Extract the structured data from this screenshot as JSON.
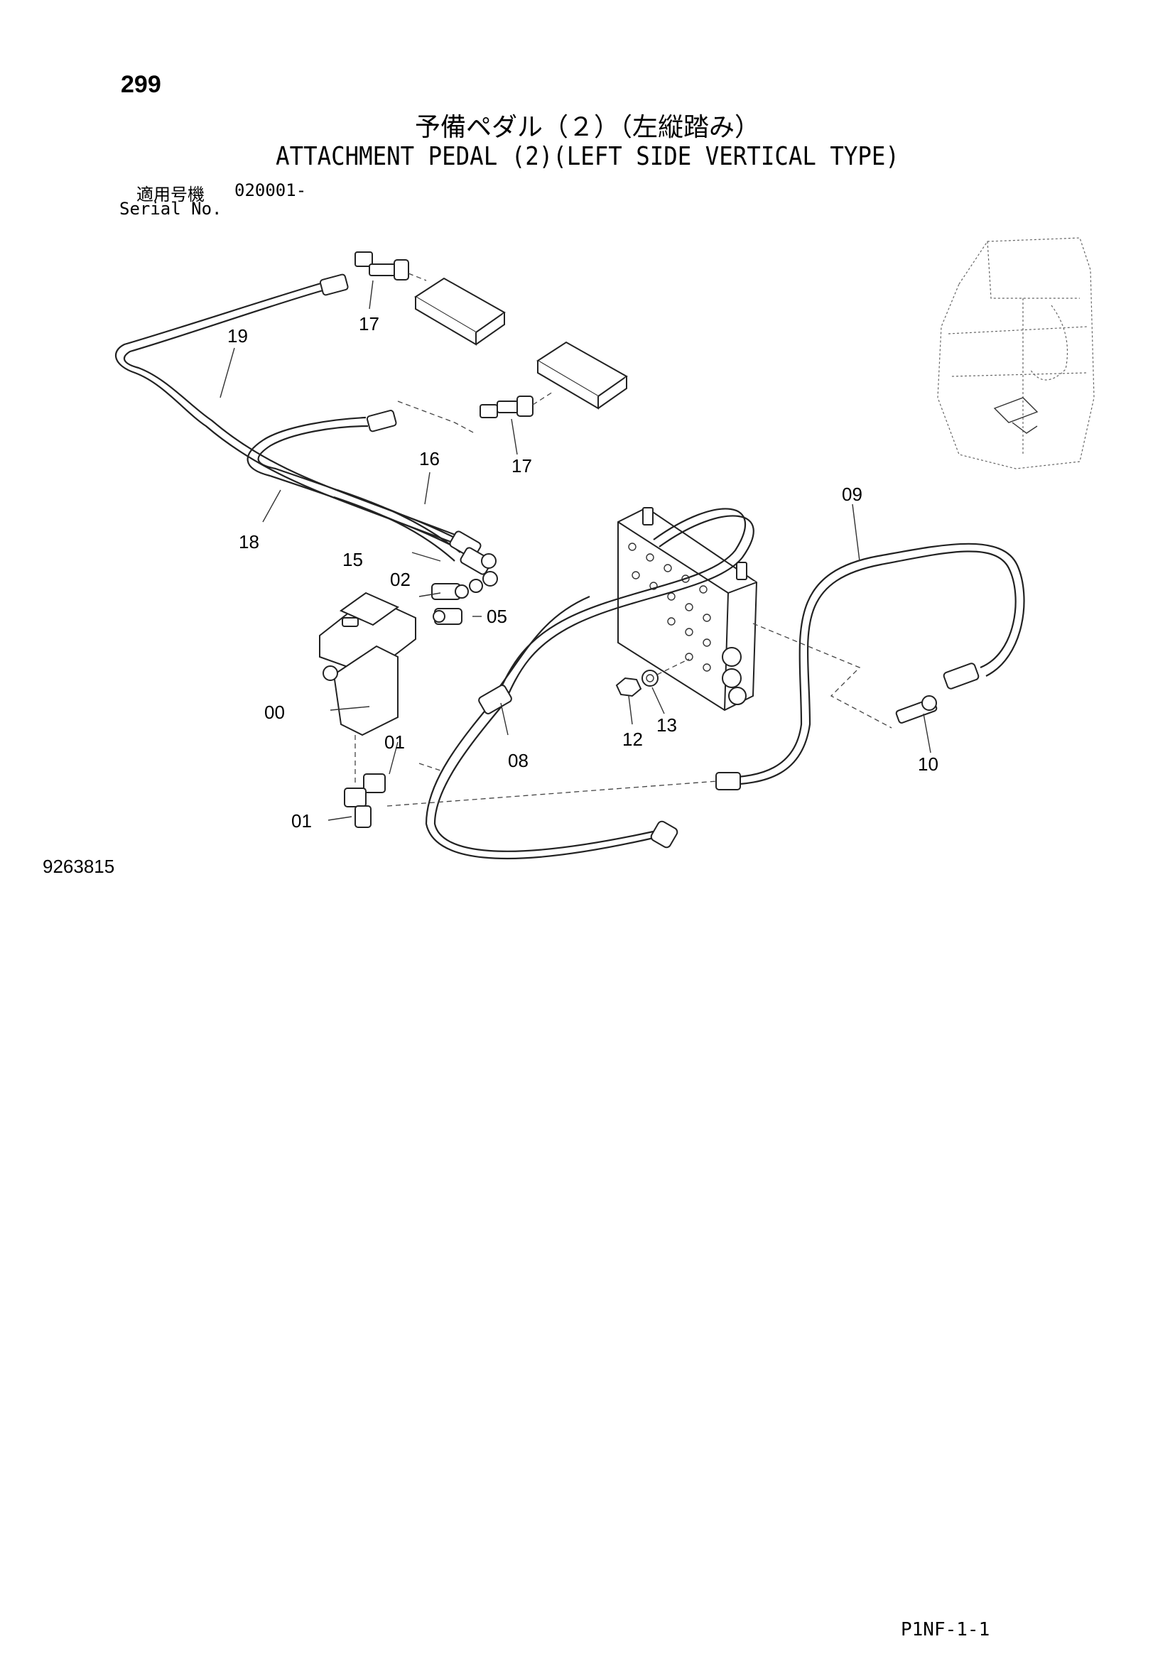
{
  "page_number": "299",
  "title_jp": "予備ペダル（２）（左縦踏み）",
  "title_en": "ATTACHMENT PEDAL (2)(LEFT SIDE VERTICAL TYPE)",
  "serial": {
    "label_jp": "適用号機",
    "value": "020001-",
    "label_en": "Serial No."
  },
  "callouts": {
    "p00": "00",
    "p01a": "01",
    "p01b": "01",
    "p02": "02",
    "p05": "05",
    "p08": "08",
    "p09": "09",
    "p10": "10",
    "p12": "12",
    "p13": "13",
    "p15": "15",
    "p16": "16",
    "p17a": "17",
    "p17b": "17",
    "p18": "18",
    "p19": "19"
  },
  "drawing_number": "9263815",
  "page_code": "P1NF-1-1"
}
